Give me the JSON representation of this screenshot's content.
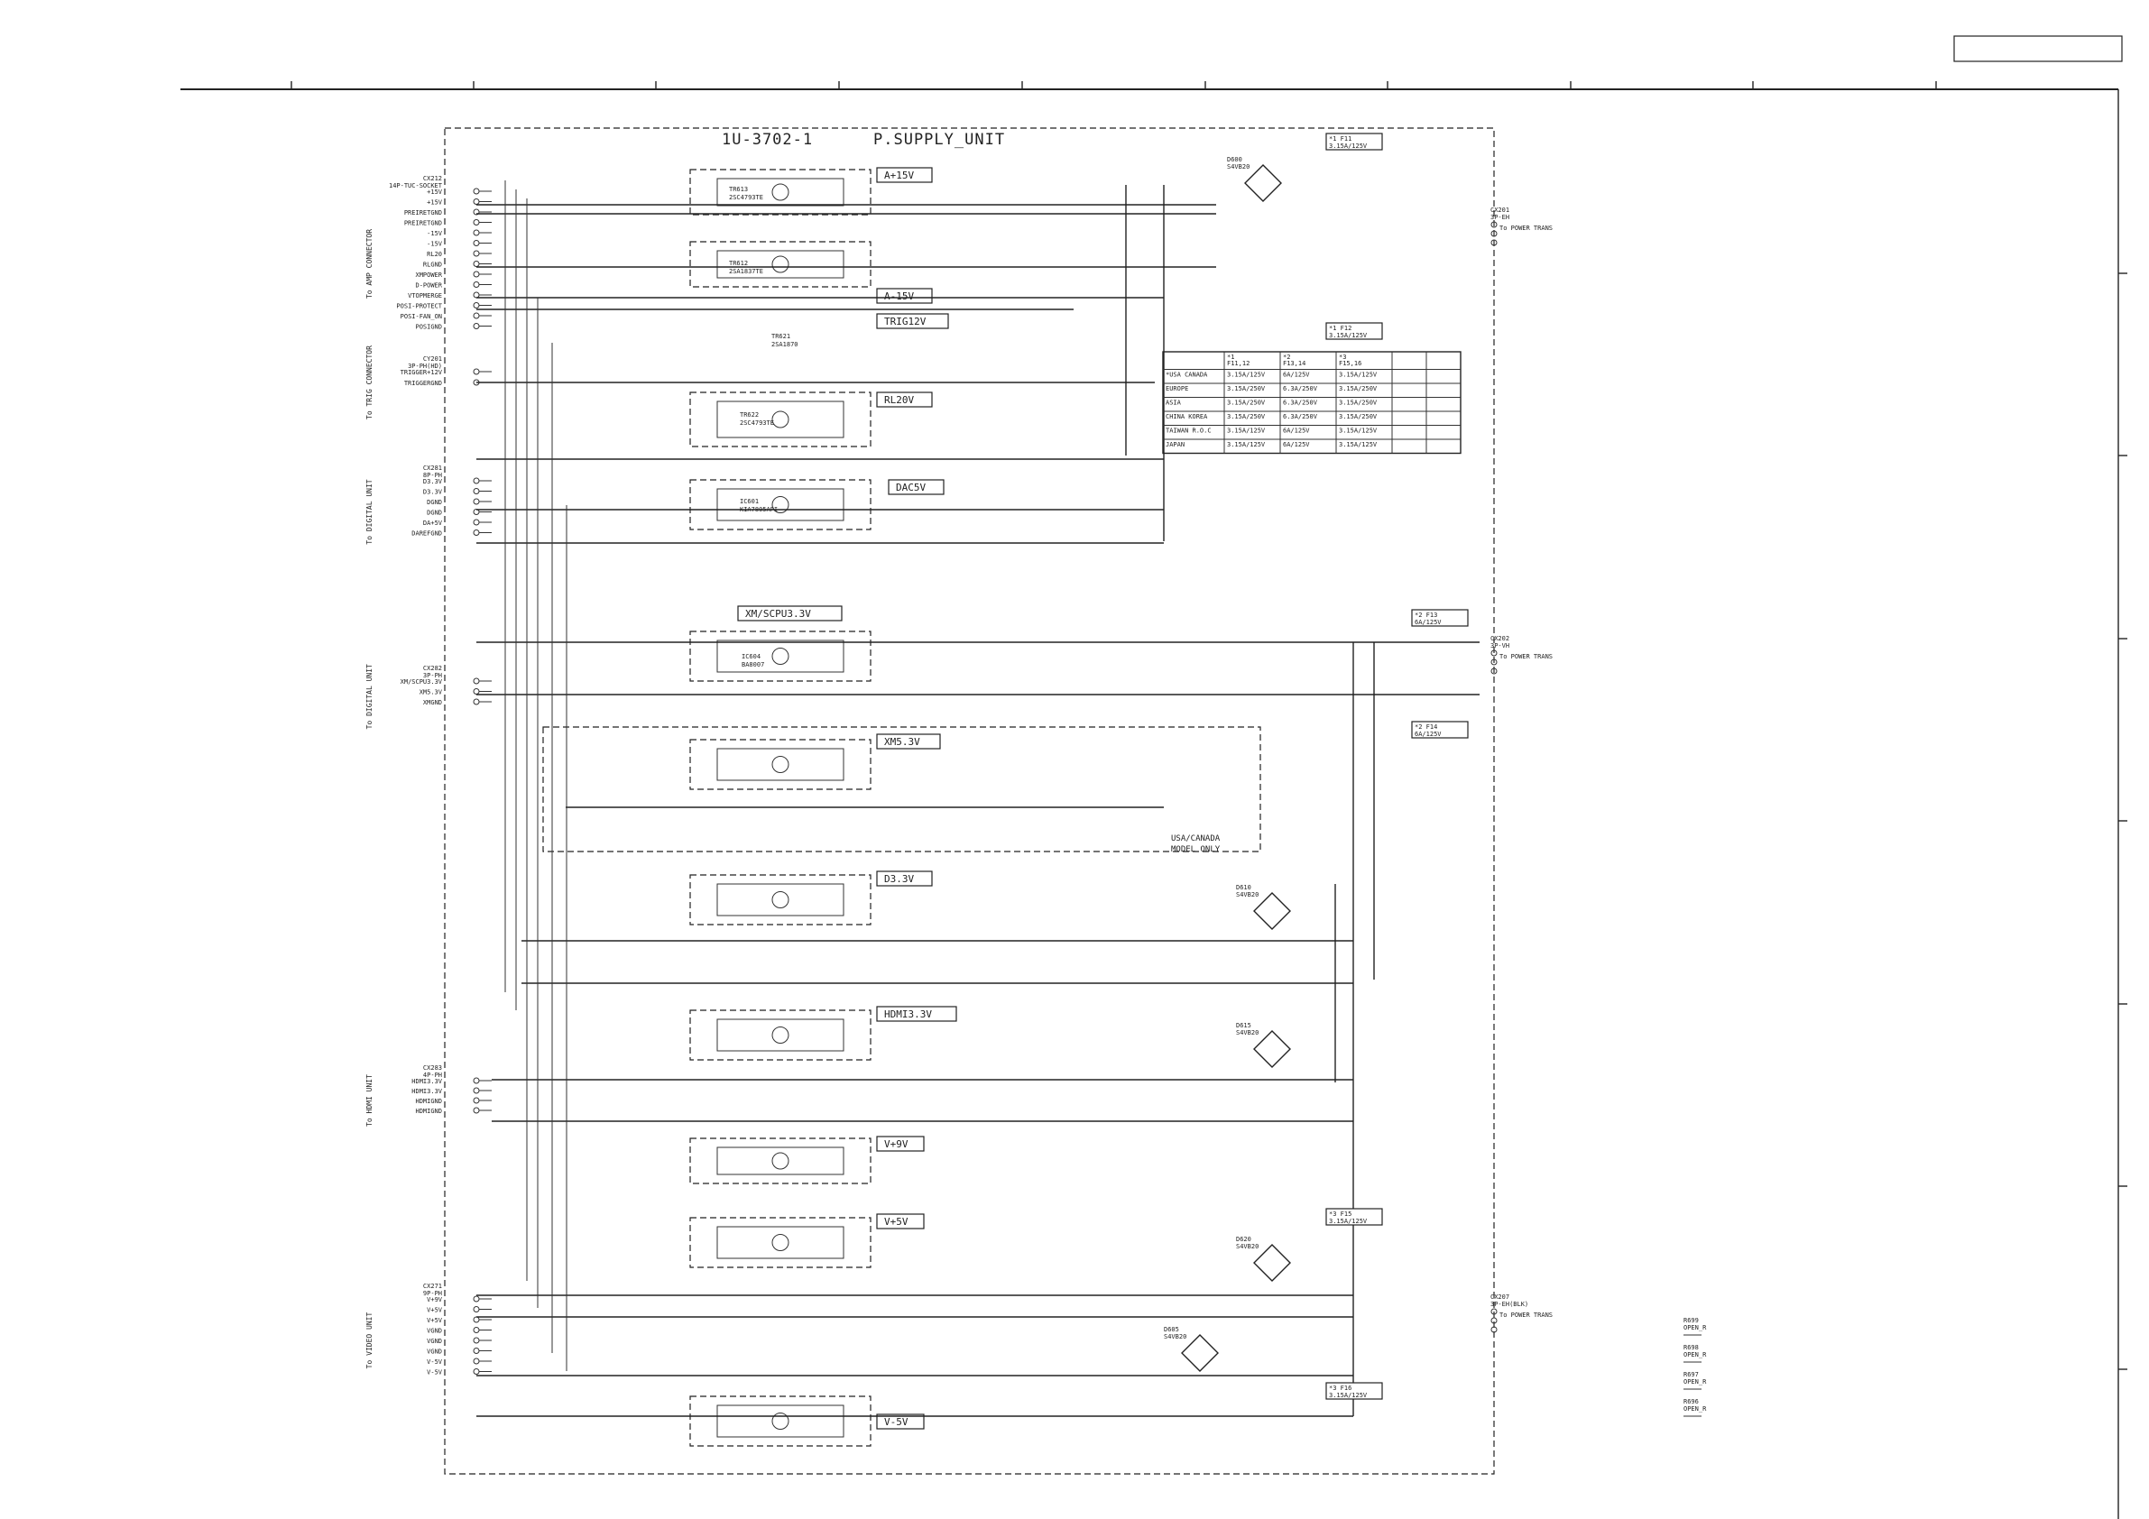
{
  "board": {
    "part_no": "1U-3702-1",
    "name": "P.SUPPLY_UNIT"
  },
  "rail_labels": [
    "A+15V",
    "A-15V",
    "TRIG12V",
    "RL20V",
    "DAC5V",
    "XM/SCPU3.3V",
    "XM5.3V",
    "D3.3V",
    "HDMI3.3V",
    "V+9V",
    "V+5V",
    "V-5V"
  ],
  "connectors_left": [
    {
      "ref": "CX212",
      "type": "14P-TUC-SOCKET",
      "side_label": "To AMP CONNECTOR",
      "pins": [
        "+15V",
        "+15V",
        "PREIRETGND",
        "PREIRETGND",
        "-15V",
        "-15V",
        "RL20",
        "RLGND",
        "XMPOWER",
        "D-POWER",
        "VTOPMERGE",
        "POSI-PROTECT",
        "POSI-FAN_ON",
        "POSIGND"
      ]
    },
    {
      "ref": "CY201",
      "type": "3P-PH(HD)",
      "side_label": "To TRIG CONNECTOR",
      "pins": [
        "TRIGGER+12V",
        "TRIGGERGND"
      ]
    },
    {
      "ref": "CX281",
      "type": "8P-PH",
      "side_label": "To DIGITAL UNIT",
      "pins": [
        "D3.3V",
        "D3.3V",
        "DGND",
        "DGND",
        "DA+5V",
        "DAREFGND"
      ]
    },
    {
      "ref": "CX282",
      "type": "3P-PH",
      "side_label": "To DIGITAL UNIT",
      "pins": [
        "XM/SCPU3.3V",
        "XM5.3V",
        "XMGND"
      ]
    },
    {
      "ref": "CX283",
      "type": "4P-PH",
      "side_label": "To HDMI UNIT",
      "pins": [
        "HDMI3.3V",
        "HDMI3.3V",
        "HDMIGND",
        "HDMIGND"
      ]
    },
    {
      "ref": "CX271",
      "type": "9P-PH",
      "side_label": "To VIDEO UNIT",
      "pins": [
        "V+9V",
        "V+5V",
        "V+5V",
        "VGND",
        "VGND",
        "VGND",
        "V-5V",
        "V-5V"
      ]
    }
  ],
  "connectors_right": [
    {
      "ref": "CX201",
      "type": "3P-EH",
      "label": "To POWER TRANS"
    },
    {
      "ref": "CX202",
      "type": "3P-VH",
      "label": "To POWER TRANS"
    },
    {
      "ref": "CX207",
      "type": "3P-EH(BLK)",
      "label": "To POWER TRANS"
    }
  ],
  "regulator_parts": [
    {
      "ref": "TR613",
      "part": "2SC4793TE"
    },
    {
      "ref": "TR612",
      "part": "2SA1837TE"
    },
    {
      "ref": "TR621",
      "part": "2SA1870"
    },
    {
      "ref": "TR622",
      "part": "2SC4793TE"
    },
    {
      "ref": "IC601",
      "part": "KIA7805API"
    },
    {
      "ref": "IC604",
      "part": "BA8007"
    }
  ],
  "fuses": [
    {
      "ref": "F11",
      "rating": "3.15A/125V"
    },
    {
      "ref": "F12",
      "rating": "3.15A/125V"
    },
    {
      "ref": "F13",
      "rating": "6A/125V"
    },
    {
      "ref": "F14",
      "rating": "6A/125V"
    },
    {
      "ref": "F15",
      "rating": "3.15A/125V"
    },
    {
      "ref": "F16",
      "rating": "3.15A/125V"
    }
  ],
  "fuse_table": {
    "headers": [
      "",
      "*1\nF11,12",
      "*2\nF13,14",
      "*3\nF15,16"
    ],
    "rows": [
      [
        "*USA CANADA",
        "3.15A/125V",
        "6A/125V",
        "3.15A/125V"
      ],
      [
        "EUROPE",
        "3.15A/250V",
        "6.3A/250V",
        "3.15A/250V"
      ],
      [
        "ASIA",
        "3.15A/250V",
        "6.3A/250V",
        "3.15A/250V"
      ],
      [
        "CHINA KOREA",
        "3.15A/250V",
        "6.3A/250V",
        "3.15A/250V"
      ],
      [
        "TAIWAN R.O.C",
        "3.15A/125V",
        "6A/125V",
        "3.15A/125V"
      ],
      [
        "JAPAN",
        "3.15A/125V",
        "6A/125V",
        "3.15A/125V"
      ]
    ]
  },
  "bridges": [
    "D600 S4VB20",
    "D610 S4VB20",
    "D615 S4VB20",
    "D620 S4VB20",
    "D605 S4VB20"
  ],
  "notes": {
    "model_only": "USA/CANADA\nMODEL ONLY"
  },
  "open_parts": [
    "R699\nOPEN_R",
    "R698\nOPEN_R",
    "R697\nOPEN_R",
    "R696\nOPEN_R"
  ]
}
